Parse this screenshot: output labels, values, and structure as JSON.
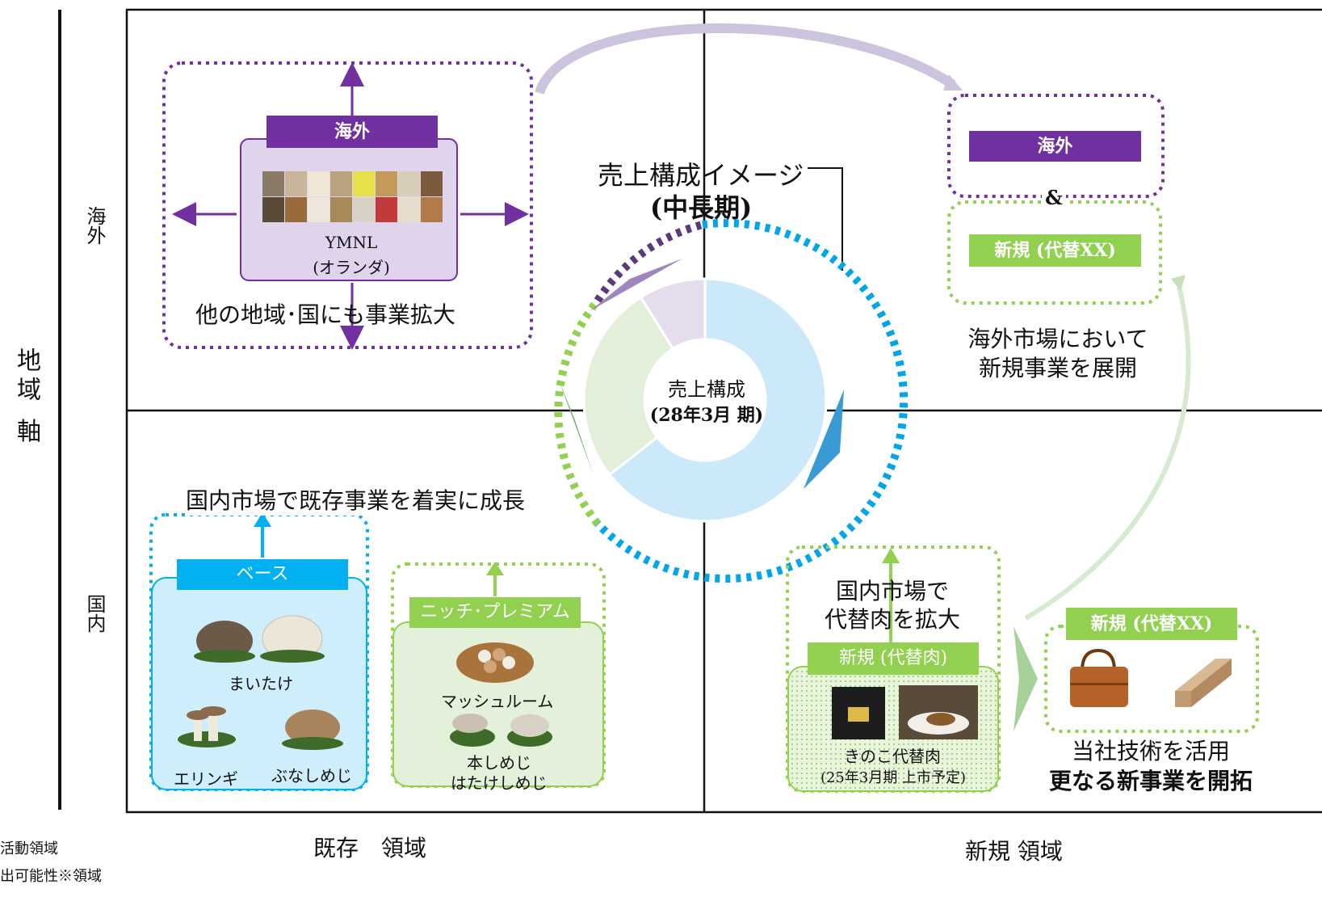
{
  "axes": {
    "y_axis_title": "地域 軸",
    "y_top": "海外",
    "y_bottom": "国内",
    "x_left": "既存　領域",
    "x_right": "新規 領域"
  },
  "legend": {
    "line1": "活動領域",
    "line2": "出可能性※領域"
  },
  "top_left": {
    "label": "海外",
    "company": "YMNL",
    "country": "(オランダ)",
    "caption": "他の地域･国にも事業拡大"
  },
  "center": {
    "title_line1": "売上構成イメージ",
    "title_line2": "(中長期)",
    "donut_line1": "売上構成",
    "donut_line2": "(28年3月 期)",
    "donut_shares": [
      0.58,
      0.24,
      0.08,
      0.1
    ]
  },
  "top_right": {
    "label_overseas": "海外",
    "ampersand": "&",
    "label_new": "新規 (代替XX)",
    "caption_line1": "海外市場において",
    "caption_line2": "新規事業を展開"
  },
  "bottom_left": {
    "caption": "国内市場で既存事業を着実に成長",
    "base_label": "ベース",
    "maitake": "まいたけ",
    "eringi": "エリンギ",
    "bunashimeji": "ぶなしめじ",
    "niche_label": "ニッチ･プレミアム",
    "mushroom": "マッシュルーム",
    "honshimeji": "本しめじ",
    "hatakeshimeji": "はたけしめじ"
  },
  "bottom_right": {
    "caption_line1": "国内市場で",
    "caption_line2": "代替肉を拡大",
    "label_meat": "新規 (代替肉)",
    "product": "きのこ代替肉",
    "launch": "(25年3月期 上市予定)",
    "label_new_xx": "新規 (代替XX)",
    "tech_line1": "当社技術を活用",
    "tech_line2": "更なる新事業を開拓"
  },
  "colors": {
    "purple": "#7030a0",
    "blue": "#00b0f0",
    "green": "#92d050"
  }
}
